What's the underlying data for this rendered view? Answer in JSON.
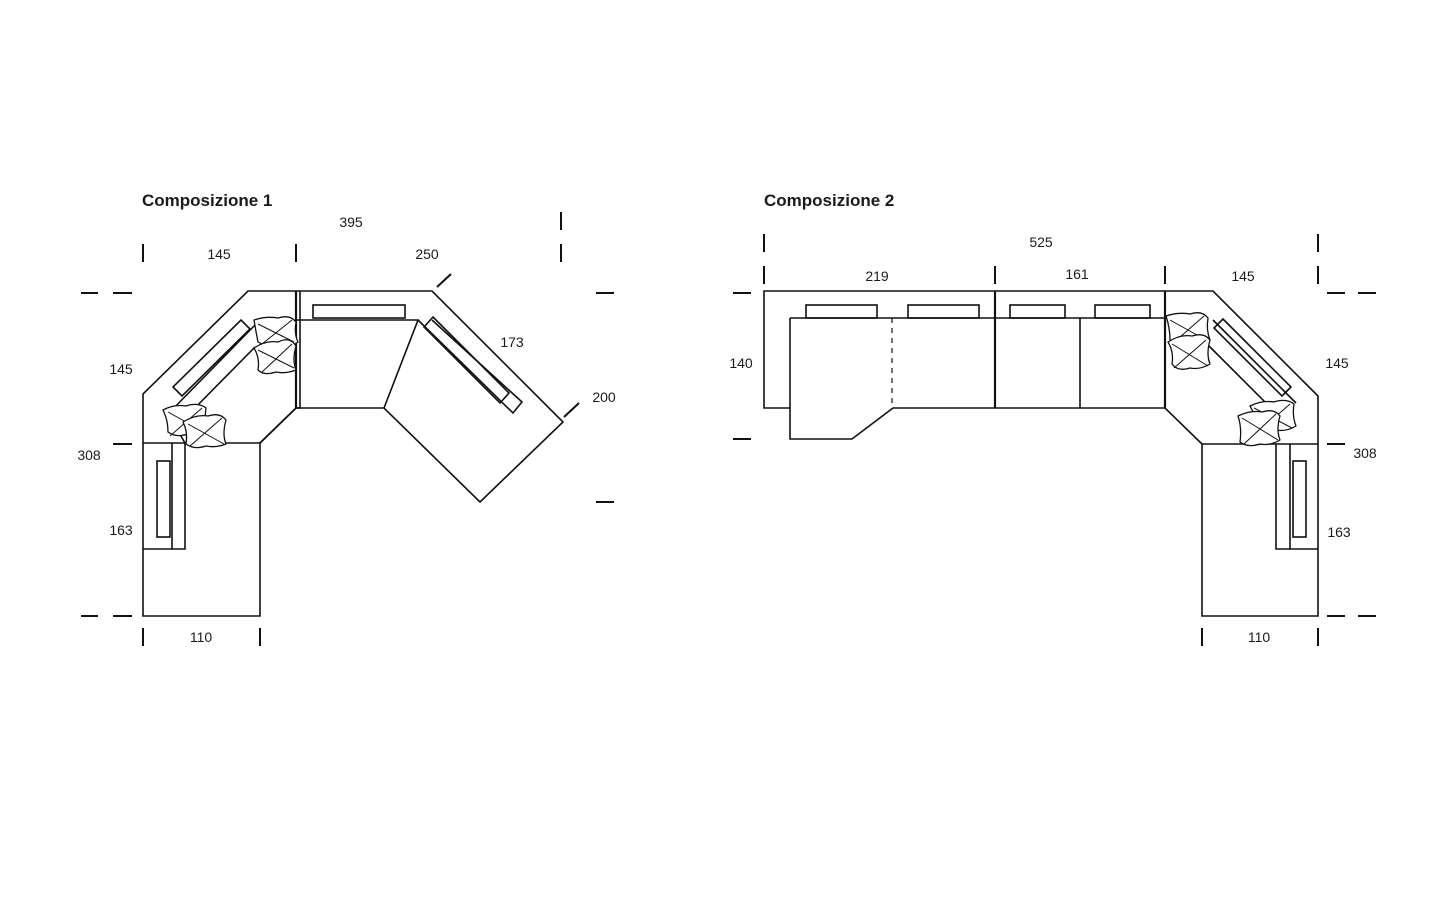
{
  "compositions": [
    {
      "title": "Composizione 1",
      "dims": {
        "overall_width": "395",
        "left_width": "145",
        "right_width": "250",
        "diagonal": "173",
        "right_depth": "200",
        "left_upper": "145",
        "left_total": "308",
        "left_lower": "163",
        "bottom_width": "110"
      }
    },
    {
      "title": "Composizione 2",
      "dims": {
        "overall_width": "525",
        "section_a": "219",
        "section_b": "161",
        "section_c": "145",
        "left_depth": "140",
        "right_upper": "145",
        "right_total": "308",
        "right_lower": "163",
        "bottom_width": "110"
      }
    }
  ]
}
